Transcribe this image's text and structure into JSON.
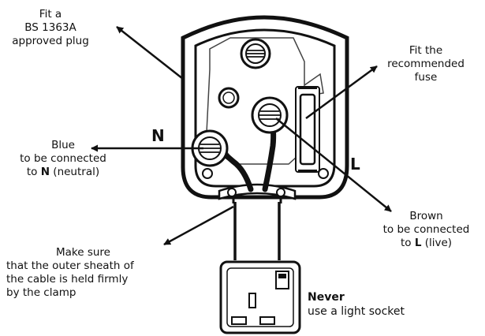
{
  "labels": {
    "plug": [
      "Fit a",
      "BS 1363A",
      "approved plug"
    ],
    "fuse": [
      "Fit the",
      "recommended",
      "fuse"
    ],
    "blue": [
      "Blue",
      "to be connected"
    ],
    "blue_to": "to ",
    "blue_letter": "N",
    "blue_rest": " (neutral)",
    "brown": [
      "Brown",
      "to be connected"
    ],
    "brown_to": "to ",
    "brown_letter": "L",
    "brown_rest": " (live)",
    "sheath": [
      "Make sure",
      "that the outer sheath of",
      "the cable is held firmly",
      "by the clamp"
    ],
    "never_bold": "Never",
    "never_rest": "use a light socket"
  },
  "terminal_letters": {
    "neutral": "N",
    "live": "L"
  },
  "colors": {
    "ink": "#111111",
    "background": "#ffffff"
  }
}
